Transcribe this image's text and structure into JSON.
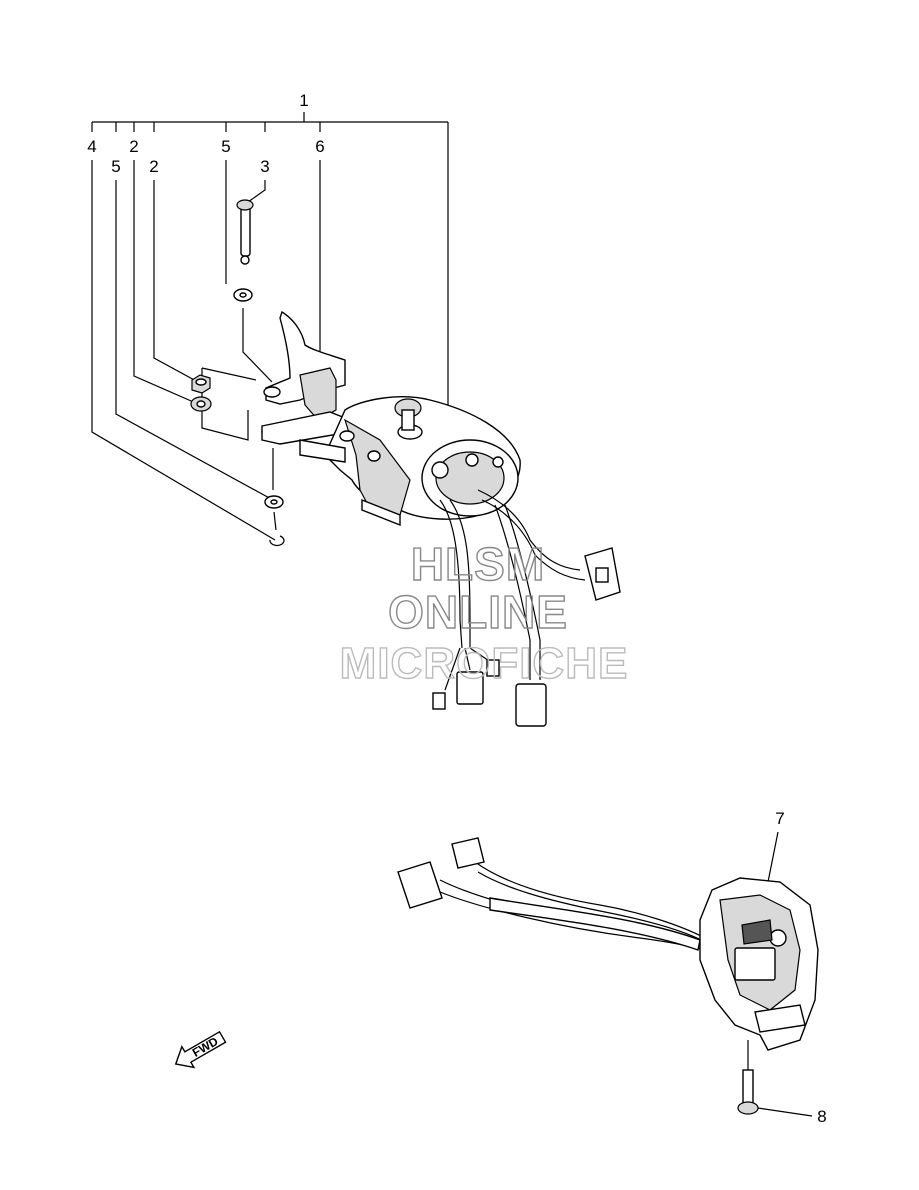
{
  "callouts": {
    "c1": "1",
    "c2a": "2",
    "c2b": "2",
    "c3": "3",
    "c4": "4",
    "c5a": "5",
    "c5b": "5",
    "c6": "6",
    "c7": "7",
    "c8": "8"
  },
  "watermark": {
    "line1": "HLSM",
    "line2": "ONLINE",
    "line3": "MICROFICHE"
  },
  "fwd_arrow": {
    "label": "FWD"
  }
}
